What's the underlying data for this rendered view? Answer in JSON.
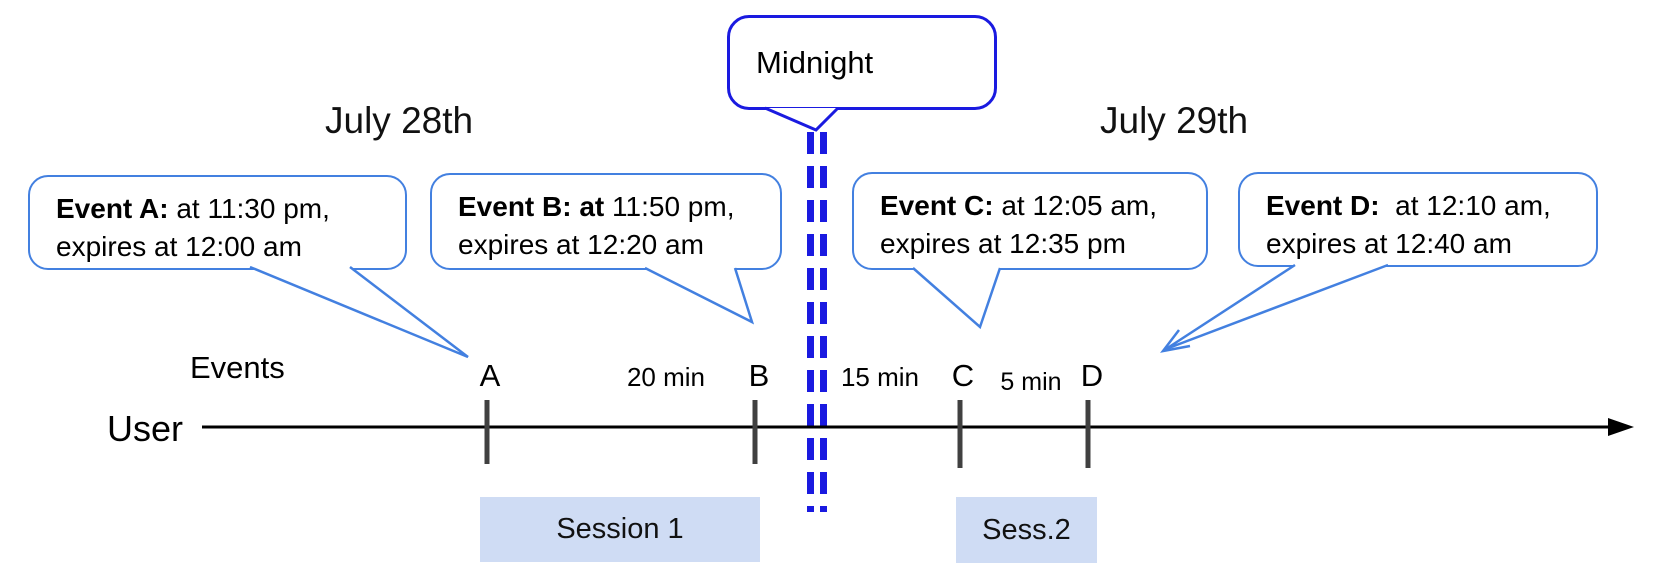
{
  "title_dates": {
    "left": "July 28th",
    "right": "July 29th"
  },
  "midnight_callout": {
    "label": "Midnight"
  },
  "event_callouts": {
    "a": {
      "bold": "Event A:",
      "rest": " at 11:30 pm,",
      "line2": "expires at 12:00 am"
    },
    "b": {
      "bold": "Event B: at",
      "rest": " 11:50 pm,",
      "line2": "expires at 12:20 am"
    },
    "c": {
      "bold": "Event C:",
      "rest": " at 12:05 am,",
      "line2": "expires at 12:35 pm"
    },
    "d": {
      "bold": "Event D:",
      "rest": "  at 12:10 am,",
      "line2": "expires at 12:40 am"
    }
  },
  "timeline": {
    "events_label": "Events",
    "user_label": "User",
    "ticks": [
      {
        "label": "A"
      },
      {
        "label": "B"
      },
      {
        "label": "C"
      },
      {
        "label": "D"
      }
    ],
    "intervals": [
      {
        "label": "20 min"
      },
      {
        "label": "15 min"
      },
      {
        "label": "5 min"
      }
    ]
  },
  "sessions": [
    {
      "label": "Session 1"
    },
    {
      "label": "Sess.2"
    }
  ],
  "colors": {
    "event_callout_border": "#4380e0",
    "midnight_blue": "#1a1ae0",
    "session_fill": "#cfdcf4",
    "tick_gray": "#404040",
    "timeline_black": "#000000"
  }
}
